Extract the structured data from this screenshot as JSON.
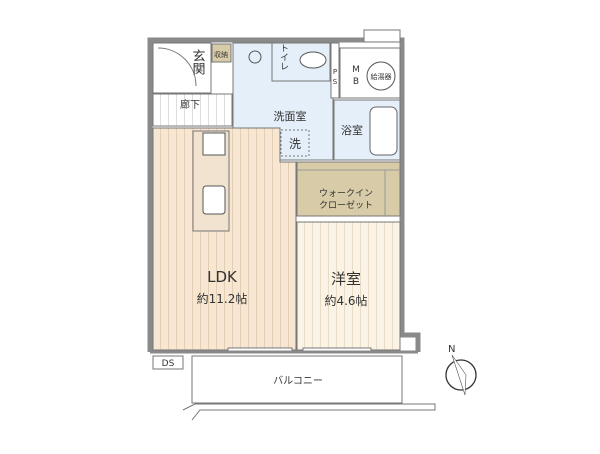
{
  "rooms": {
    "entrance": "玄関",
    "storage": "収納",
    "hallway": "廊下",
    "toilet": "トイレ",
    "ps": [
      "P",
      "S"
    ],
    "mb": [
      "M",
      "B"
    ],
    "water_heater": "給湯器",
    "washroom": "洗面室",
    "washer": "洗",
    "bathroom": "浴室",
    "walkin_closet": [
      "ウォークイン",
      "クローゼット"
    ],
    "ldk": {
      "name": "LDK",
      "size": "約11.2帖"
    },
    "western_room": {
      "name": "洋室",
      "size": "約4.6帖"
    },
    "ds": "DS",
    "balcony": "バルコニー"
  },
  "compass": {
    "label": "N"
  },
  "colors": {
    "wall": "#8a8a8a",
    "wet_area": "#e4eff9",
    "ldk_floor": "#f6e6d2",
    "western_floor": "#fbf3e5",
    "closet": "#d8cba8"
  }
}
